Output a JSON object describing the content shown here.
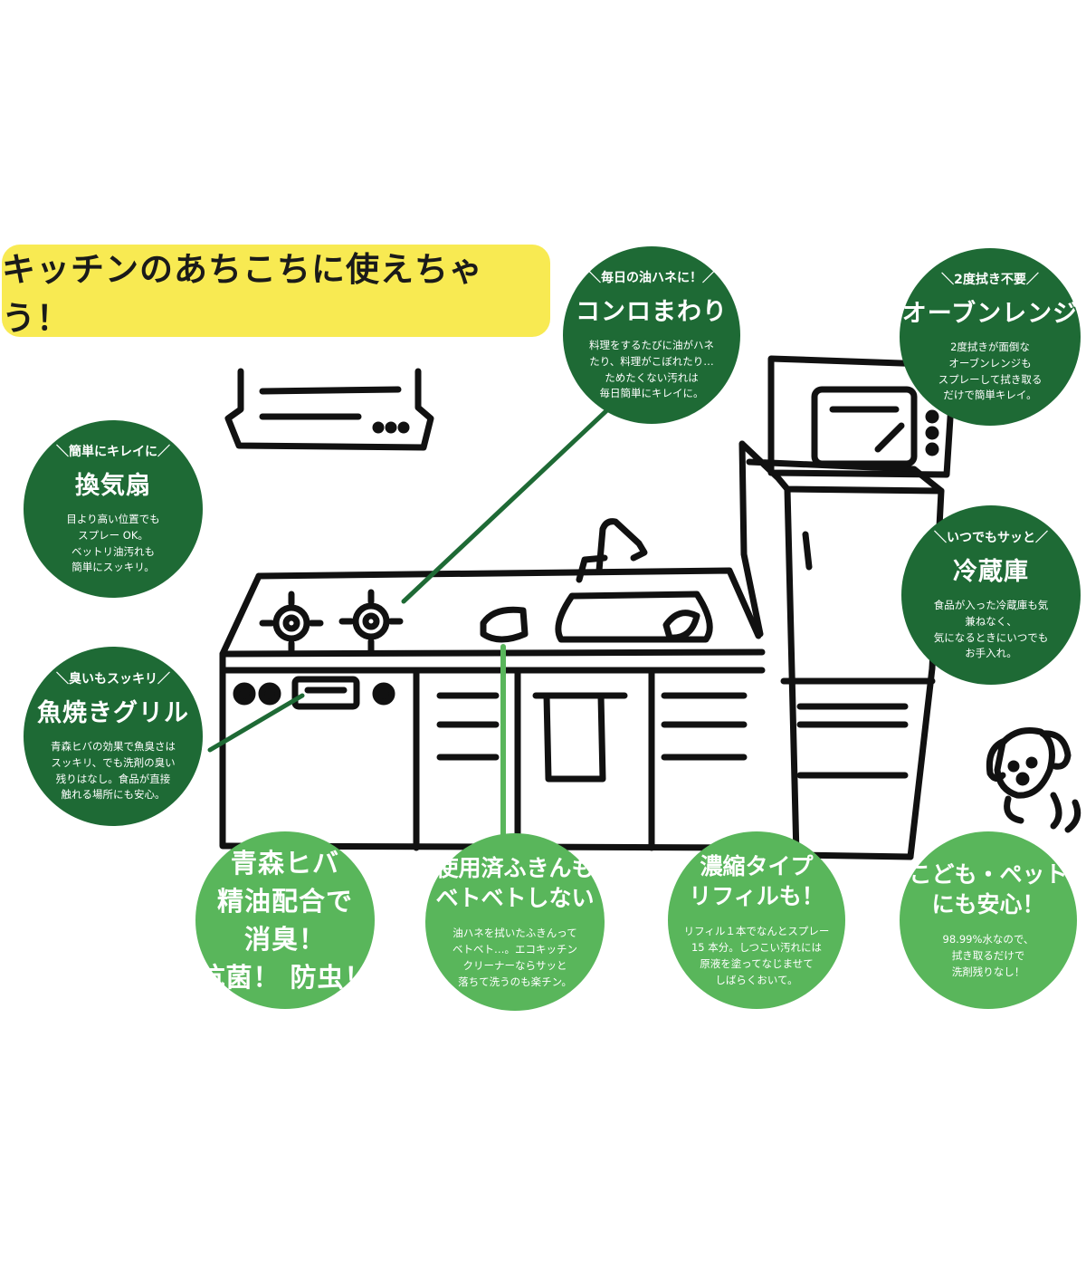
{
  "banner": {
    "text": "キッチンのあちこちに使えちゃう！"
  },
  "spots": {
    "stove": {
      "tag": "＼毎日の油ハネに！／",
      "title": "コンロまわり",
      "body": "料理をするたびに油がハネ\nたり、料理がこぼれたり…\nためたくない汚れは\n毎日簡単にキレイに。"
    },
    "oven": {
      "tag": "＼2度拭き不要／",
      "title": "オーブンレンジ",
      "body": "2度拭きが面倒な\nオーブンレンジも\nスプレーして拭き取る\nだけで簡単キレイ。"
    },
    "fan": {
      "tag": "＼簡単にキレイに／",
      "title": "換気扇",
      "body": "目より高い位置でも\nスプレー OK。\nベットリ油汚れも\n簡単にスッキリ。"
    },
    "fridge": {
      "tag": "＼いつでもサッと／",
      "title": "冷蔵庫",
      "body": "食品が入った冷蔵庫も気\n兼ねなく、\n気になるときにいつでも\nお手入れ。"
    },
    "grill": {
      "tag": "＼臭いもスッキリ／",
      "title": "魚焼きグリル",
      "body": "青森ヒバの効果で魚臭さは\nスッキリ、でも洗剤の臭い\n残りはなし。食品が直接\n触れる場所にも安心。"
    }
  },
  "features": {
    "hiba": {
      "title": "青森ヒバ\n精油配合で\n消臭！\n抗菌！ 防虫！"
    },
    "cloth": {
      "title": "使用済ふきんも\nベトベトしない",
      "body": "油ハネを拭いたふきんって\nベトベト…。エコキッチン\nクリーナーならサッと\n落ちて洗うのも楽チン。"
    },
    "refill": {
      "title": "濃縮タイプ\nリフィルも！",
      "body": "リフィル１本でなんとスプレー\n15 本分。しつこい汚れには\n原液を塗ってなじませて\nしばらくおいて。"
    },
    "safe": {
      "title": "こども・ペット\nにも安心！",
      "body": "98.99%水なので、\n拭き取るだけで\n洗剤残りなし！"
    }
  },
  "colors": {
    "dark_green": "#1e6a35",
    "light_green": "#59b65b",
    "banner_yellow": "#f8ea52",
    "line": "#111111"
  }
}
